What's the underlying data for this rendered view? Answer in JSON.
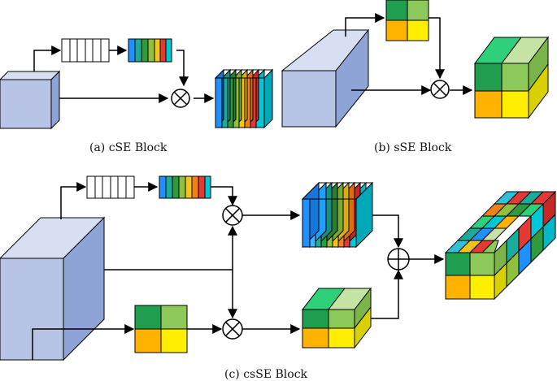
{
  "captions": {
    "a": "(a) cSE Block",
    "b": "(b) sSE Block",
    "c": "(c) csSE Block"
  },
  "colors": {
    "cube_front": "#b7c4e6",
    "cube_top": "#d8dff2",
    "cube_side": "#8ea3d6",
    "rainbow": [
      "#1e90ff",
      "#1aab9b",
      "#2e9a3c",
      "#8fc13e",
      "#f0c419",
      "#f57f17",
      "#e53935",
      "#00c8d8"
    ],
    "grid": {
      "top_left": "#1f9e4f",
      "top_right": "#8dc85a",
      "bottom_left": "#ffb300",
      "bottom_right": "#ffee00"
    }
  },
  "icons": [
    "multiply-icon",
    "plus-icon"
  ]
}
